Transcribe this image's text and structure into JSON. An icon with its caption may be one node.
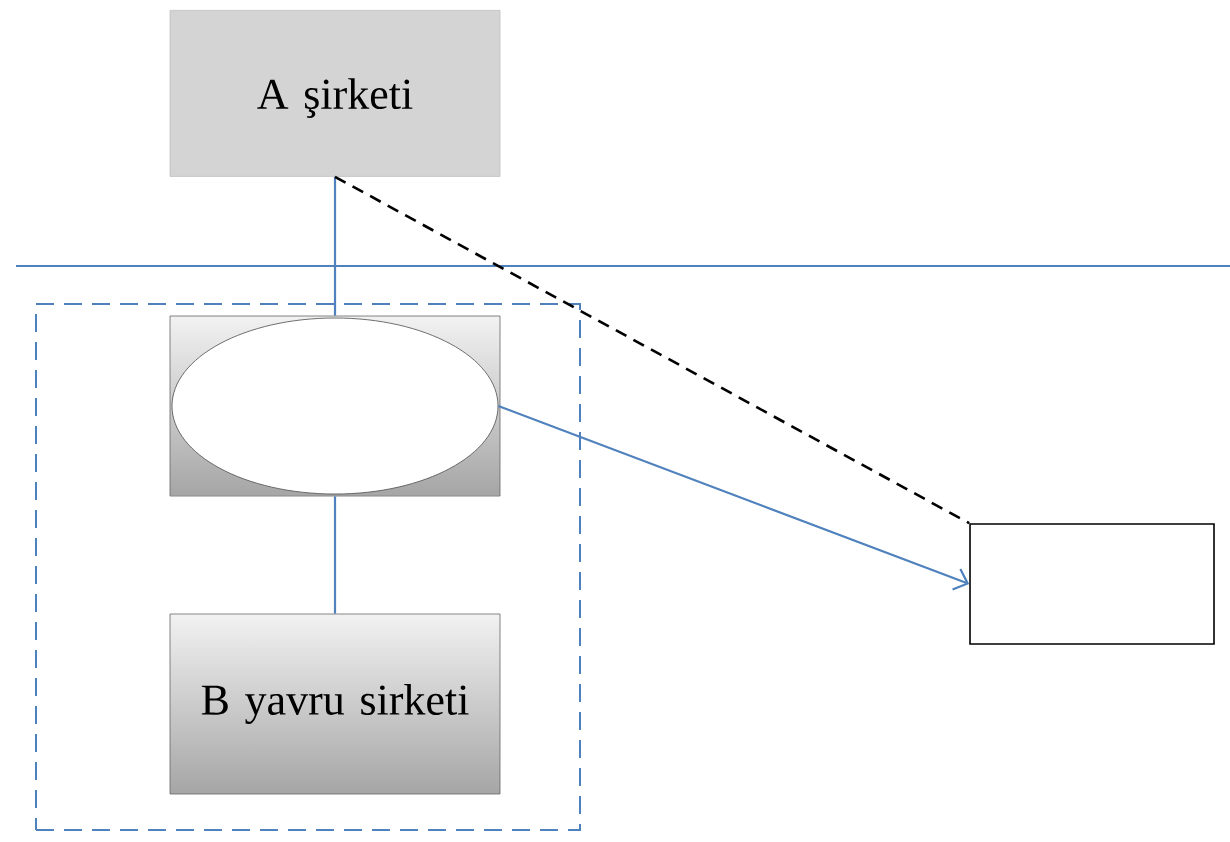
{
  "diagram": {
    "nodes": [
      {
        "text": [
          "A şirketi"
        ]
      },
      {
        "text": [],
        "shape": "box"
      },
      {
        "text": [],
        "shape": "box",
        "in": 1
      },
      {
        "text": [],
        "shape": "ellipse",
        "in": 2
      },
      {
        "text": [
          "B yavru sirketi"
        ],
        "in": 1
      },
      {
        "text": [],
        "shape": "box"
      }
    ],
    "edges": [
      {
        "from": 0,
        "to": 2,
        "arrow": "none"
      },
      {
        "from": 2,
        "to": 4,
        "arrow": "none"
      },
      {
        "from": 3,
        "to": 5,
        "arrow": "to"
      },
      {
        "from": 0,
        "to": 5,
        "arrow": "none",
        "style": "dashed",
        "color": "#000000"
      }
    ]
  }
}
